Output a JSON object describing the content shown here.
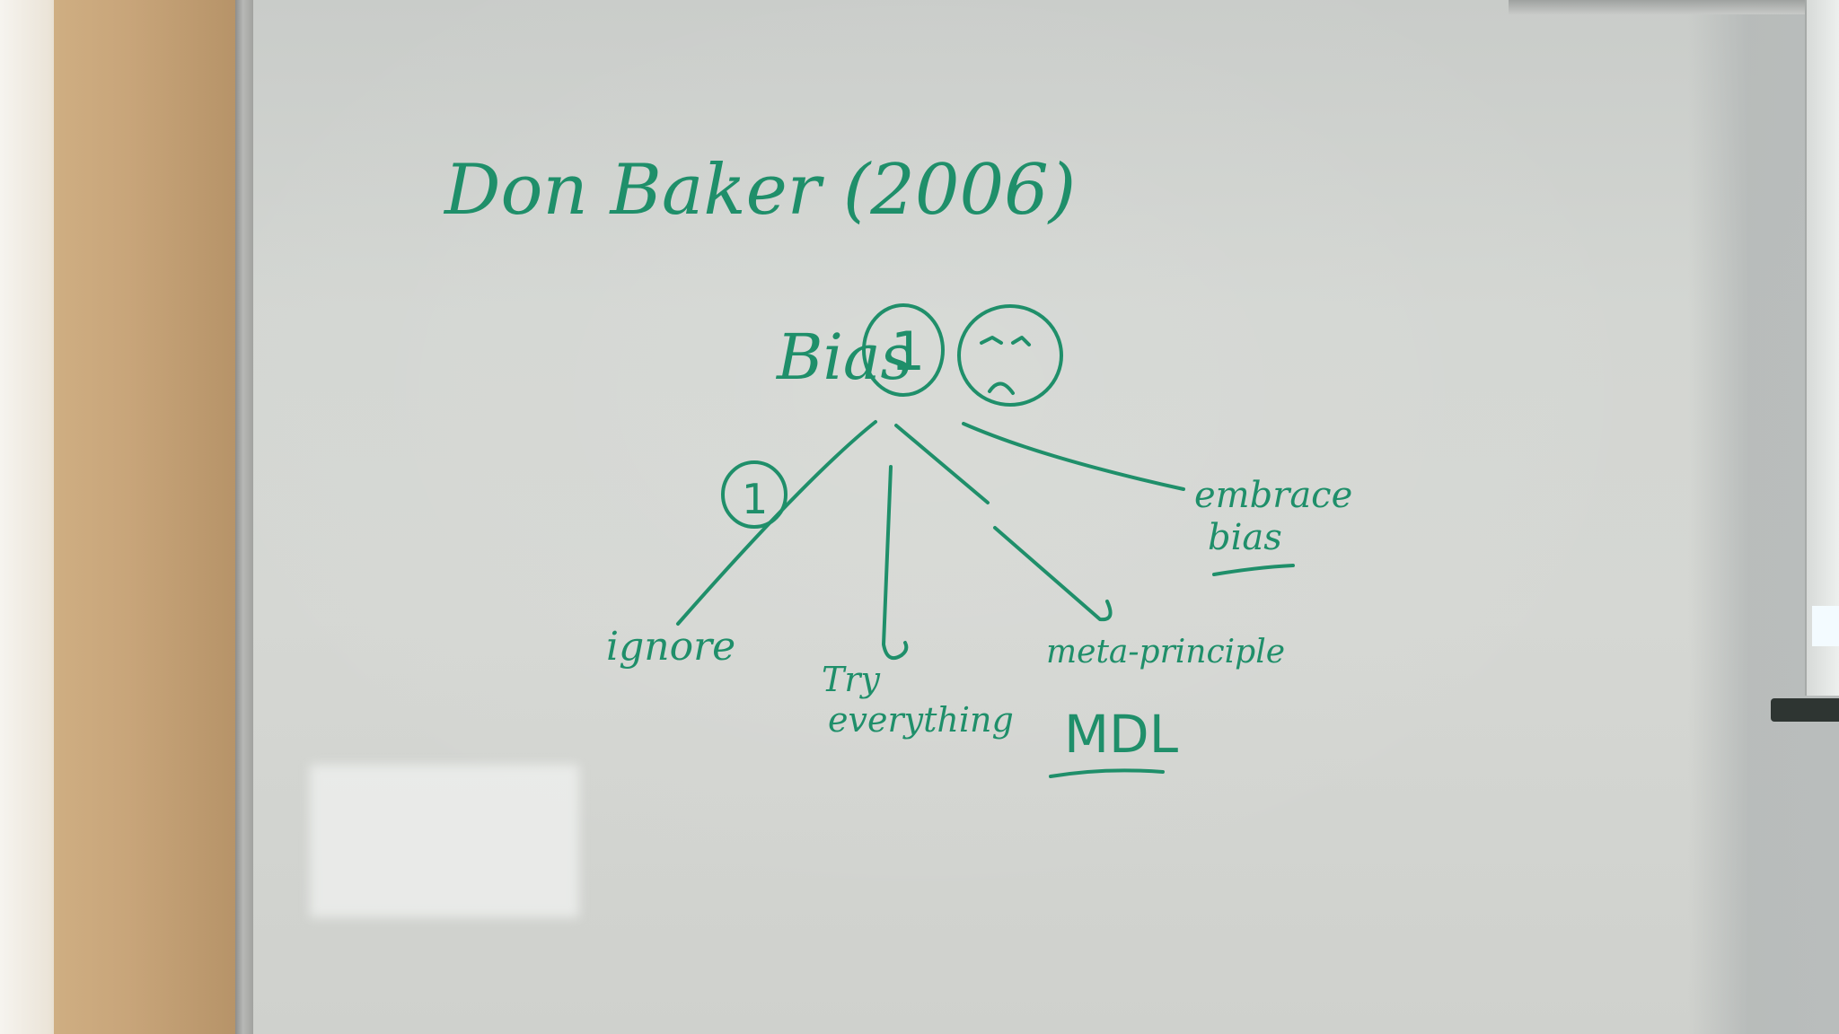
{
  "whiteboard": {
    "ink_color": "#1f8f6a",
    "title": "Don Baker (2006)",
    "root": "Bias",
    "root_badge": "1",
    "badge_number": "1",
    "branches": [
      {
        "label": "ignore"
      },
      {
        "label": "Try everything"
      },
      {
        "label": "meta-principle",
        "sublabel": "MDL"
      },
      {
        "label": "embrace bias"
      }
    ]
  }
}
